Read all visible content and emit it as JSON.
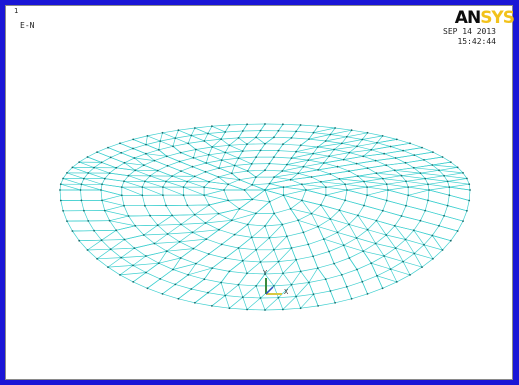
{
  "window": {
    "number": "1",
    "element_type": "E-N",
    "date": "SEP 14 2013",
    "time": "15:42:44"
  },
  "logo": {
    "part1": "AN",
    "part2": "SYS"
  },
  "triad": {
    "x_label": "X",
    "y_label": "Y"
  },
  "colors": {
    "frame": "#1a16d6",
    "mesh": "#40d0d0",
    "node": "#1a6b6b",
    "logo_accent": "#f2c21b"
  },
  "mesh": {
    "rings": 10,
    "segments_outer": 72
  }
}
